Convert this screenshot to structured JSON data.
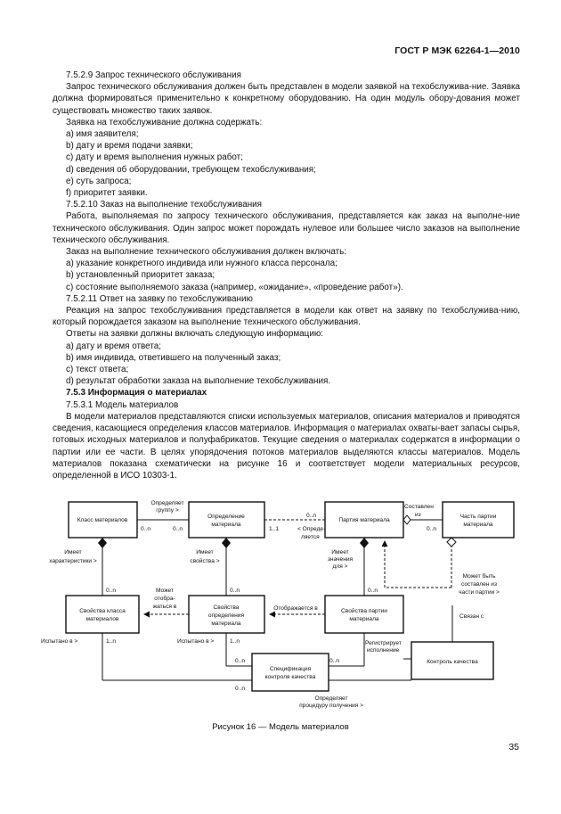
{
  "header": "ГОСТ Р МЭК 62264-1—2010",
  "paragraphs": [
    {
      "text": "7.5.2.9 Запрос технического обслуживания",
      "indent": true
    },
    {
      "text": "Запрос технического обслуживания должен быть представлен в модели заявкой на техобслужива-ние. Заявка должна формироваться применительно к конкретному оборудованию. На один модуль обору-дования может существовать множество таких заявок.",
      "indent": true
    },
    {
      "text": "Заявка на техобслуживание должна содержать:",
      "indent": true
    },
    {
      "text": "a) имя заявителя;",
      "indent": true
    },
    {
      "text": "b) дату и время подачи заявки;",
      "indent": true
    },
    {
      "text": "c) дату и время выполнения нужных работ;",
      "indent": true
    },
    {
      "text": "d) сведения об оборудовании, требующем техобслуживания;",
      "indent": true
    },
    {
      "text": "e) суть запроса;",
      "indent": true
    },
    {
      "text": "f) приоритет заявки.",
      "indent": true
    },
    {
      "text": "7.5.2.10 Заказ на выполнение техобслуживания",
      "indent": true
    },
    {
      "text": "Работа, выполняемая по запросу технического обслуживания, представляется как заказ на выполне-ние технического обслуживания. Один запрос может порождать нулевое или большее число заказов на выполнение технического обслуживания.",
      "indent": true
    },
    {
      "text": "Заказ на выполнение технического обслуживания должен включать:",
      "indent": true
    },
    {
      "text": "a) указание конкретного индивида или нужного класса персонала;",
      "indent": true
    },
    {
      "text": "b) установленный приоритет заказа;",
      "indent": true
    },
    {
      "text": "c) состояние выполняемого заказа (например, «ожидание», «проведение работ»).",
      "indent": true
    },
    {
      "text": "7.5.2.11 Ответ на заявку по техобслуживанию",
      "indent": true
    },
    {
      "text": "Реакция на запрос техобслуживания представляется в модели как ответ на заявку по техобслужива-нию, который порождается заказом на выполнение технического обслуживания.",
      "indent": true
    },
    {
      "text": "Ответы на заявки должны включать следующую информацию:",
      "indent": true
    },
    {
      "text": "a) дату и время ответа;",
      "indent": true
    },
    {
      "text": "b) имя индивида, ответившего на полученный заказ;",
      "indent": true
    },
    {
      "text": "c) текст ответа;",
      "indent": true
    },
    {
      "text": "d) результат обработки заказа на выполнение техобслуживания.",
      "indent": true
    },
    {
      "text": "7.5.3 Информация о материалах",
      "indent": true,
      "bold": true
    },
    {
      "text": "7.5.3.1 Модель материалов",
      "indent": true
    },
    {
      "text": "В модели материалов представляются списки используемых материалов, описания материалов и приводятся сведения, касающиеся определения классов материалов. Информация о материалах охваты-вает запасы сырья, готовых исходных материалов и полуфабрикатов. Текущие сведения о материалах содержатся в информации о партии или ее части. В целях упорядочения потоков материалов выделяются классы материалов. Модель материалов показана схематически на рисунке 16 и соответствует модели материальных ресурсов, определенной в ИСО 10303-1.",
      "indent": true
    }
  ],
  "figure": {
    "boxes": {
      "material_class": "Класс материалов",
      "material_definition": [
        "Определение",
        "материала"
      ],
      "material_lot": "Партия материала",
      "material_sublot": [
        "Часть партии",
        "материала"
      ],
      "class_properties": [
        "Свойства класса",
        "материалов"
      ],
      "definition_properties": [
        "Свойства",
        "определения",
        "материала"
      ],
      "lot_properties": [
        "Свойства партии",
        "материала"
      ],
      "quality_spec": [
        "Спецификация",
        "контроля качества"
      ],
      "quality_control": "Контроль качества"
    },
    "labels": {
      "defines_group": [
        "Определяет",
        "группу >"
      ],
      "mult_0n_a": "0..n",
      "mult_0n_b": "0..n",
      "mult_0n_c": "0..n",
      "mult_1_1": "1..1",
      "is_defined": [
        "< Опреде-",
        "ляется"
      ],
      "consists_of": [
        "Составлен",
        "из"
      ],
      "mult_0n_d": "0..n",
      "has_characteristics": [
        "Имеет",
        "характеристики >"
      ],
      "has_properties": [
        "Имеет",
        "свойства >"
      ],
      "has_values": [
        "Имеет",
        "значения",
        "для >"
      ],
      "may_consist": [
        "Может быть",
        "составлен из",
        "части партии >"
      ],
      "mult_0n_e": "0..n",
      "mult_0n_f": "0..n",
      "mult_0n_g": "0..n",
      "may_map": [
        "Может",
        "отобра-",
        "жаться в"
      ],
      "maps_to": "Отображается в",
      "stored_in": "Связан с",
      "tested_a": "Испытано в >",
      "mult_1n_a": "1..n",
      "tested_b": "Испытано в >",
      "mult_1n_b": "1..n",
      "registers": [
        "Регистрирует",
        "исполнение"
      ],
      "mult_0n_h": "0..n",
      "mult_0n_i": "0..n",
      "mult_0n_j": "0..n",
      "defines_procedure": [
        "Определяет",
        "процедуру получения >"
      ]
    }
  },
  "caption": "Рисунок 16 — Модель материалов",
  "page_number": "35"
}
